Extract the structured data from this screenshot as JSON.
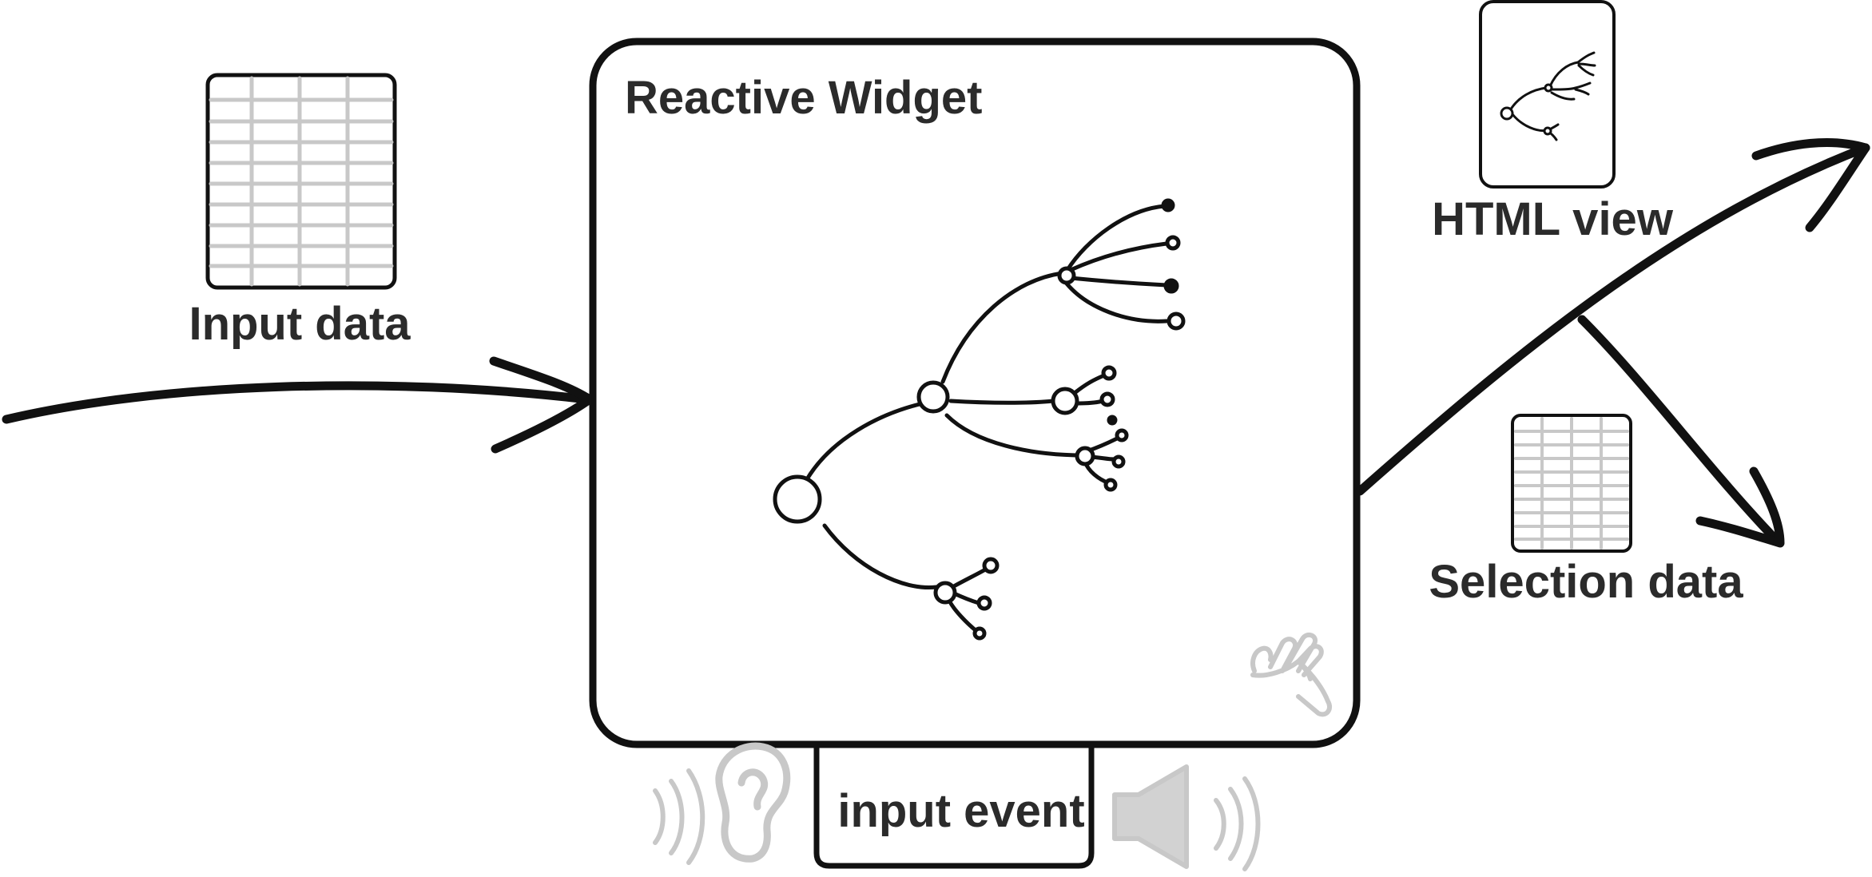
{
  "diagram": {
    "widget": {
      "title": "Reactive Widget"
    },
    "input_data": {
      "label": "Input data"
    },
    "html_view": {
      "label": "HTML view"
    },
    "selection_data": {
      "label": "Selection data"
    },
    "input_event": {
      "label": "input event"
    },
    "icons": {
      "hand": "hand-pointer-icon",
      "ear": "ear-icon",
      "speaker": "speaker-icon",
      "table": "table-icon",
      "tree": "tree-graph-icon"
    },
    "colors": {
      "ink": "#111111",
      "text": "#2b2b2b",
      "muted": "#c8c8c8"
    }
  }
}
